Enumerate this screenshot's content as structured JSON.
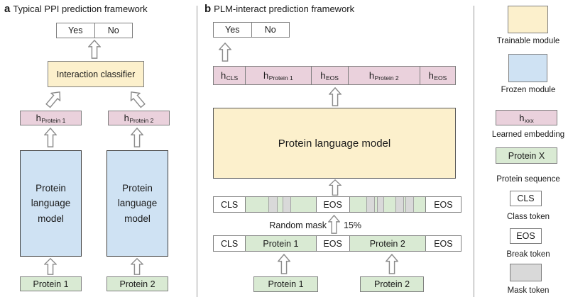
{
  "panel_a": {
    "title_letter": "a",
    "title": "Typical PPI prediction framework",
    "yes": "Yes",
    "no": "No",
    "classifier": "Interaction classifier",
    "h1": {
      "main": "h",
      "sub": "Protein 1"
    },
    "h2": {
      "main": "h",
      "sub": "Protein 2"
    },
    "plm_left": "Protein language model",
    "plm_right": "Protein language model",
    "protein1": "Protein 1",
    "protein2": "Protein 2"
  },
  "panel_b": {
    "title_letter": "b",
    "title": "PLM-interact prediction framework",
    "yes": "Yes",
    "no": "No",
    "embedding_cells": [
      {
        "main": "h",
        "sub": "CLS"
      },
      {
        "main": "h",
        "sub": "Protein 1"
      },
      {
        "main": "h",
        "sub": "EOS"
      },
      {
        "main": "h",
        "sub": "Protein 2"
      },
      {
        "main": "h",
        "sub": "EOS"
      }
    ],
    "plm": "Protein language model",
    "masked_row": [
      "CLS",
      "",
      "EOS",
      "",
      "EOS"
    ],
    "random_mask_label": "Random mask",
    "mask_percentage": "15%",
    "token_row": [
      "CLS",
      "Protein 1",
      "EOS",
      "Protein 2",
      "EOS"
    ],
    "protein1": "Protein 1",
    "protein2": "Protein 2"
  },
  "legend": {
    "items": [
      {
        "label": "Trainable module"
      },
      {
        "label": "Frozen module"
      },
      {
        "label": "Learned embedding",
        "text_main": "h",
        "text_sub": "xxx"
      },
      {
        "label": "Protein sequence",
        "text": "Protein X"
      },
      {
        "label": "Class token",
        "text": "CLS"
      },
      {
        "label": "Break token",
        "text": "EOS"
      },
      {
        "label": "Mask token"
      }
    ]
  },
  "colors": {
    "trainable_fill": "#fcf0cc",
    "frozen_fill": "#cfe2f3",
    "embedding_fill": "#ead1dc",
    "protein_fill": "#d9ead3",
    "mask_fill": "#d9d9d9",
    "box_border": "#7f7f7f",
    "arrow_stroke": "#8c8c8c"
  }
}
